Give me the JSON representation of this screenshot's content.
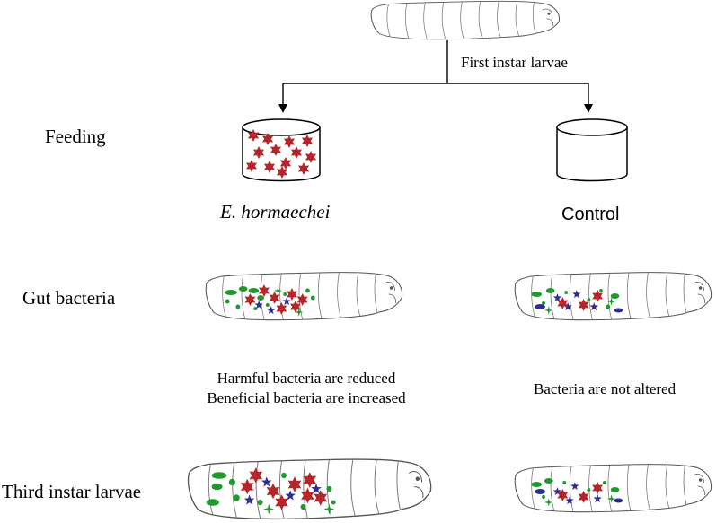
{
  "top": {
    "caption": "First instar larvae"
  },
  "rows": {
    "feeding": "Feeding",
    "gut_bacteria": "Gut bacteria",
    "third_instar": "Third instar larvae"
  },
  "groups": {
    "treatment": "E. hormaechei",
    "control": "Control"
  },
  "outcomes": {
    "treatment_line1": "Harmful bacteria are reduced",
    "treatment_line2": "Beneficial bacteria are increased",
    "control": "Bacteria are not altered"
  },
  "colors": {
    "red": "#b5262a",
    "green": "#1f9a2e",
    "blue": "#2c2c96",
    "outline": "#555555"
  }
}
